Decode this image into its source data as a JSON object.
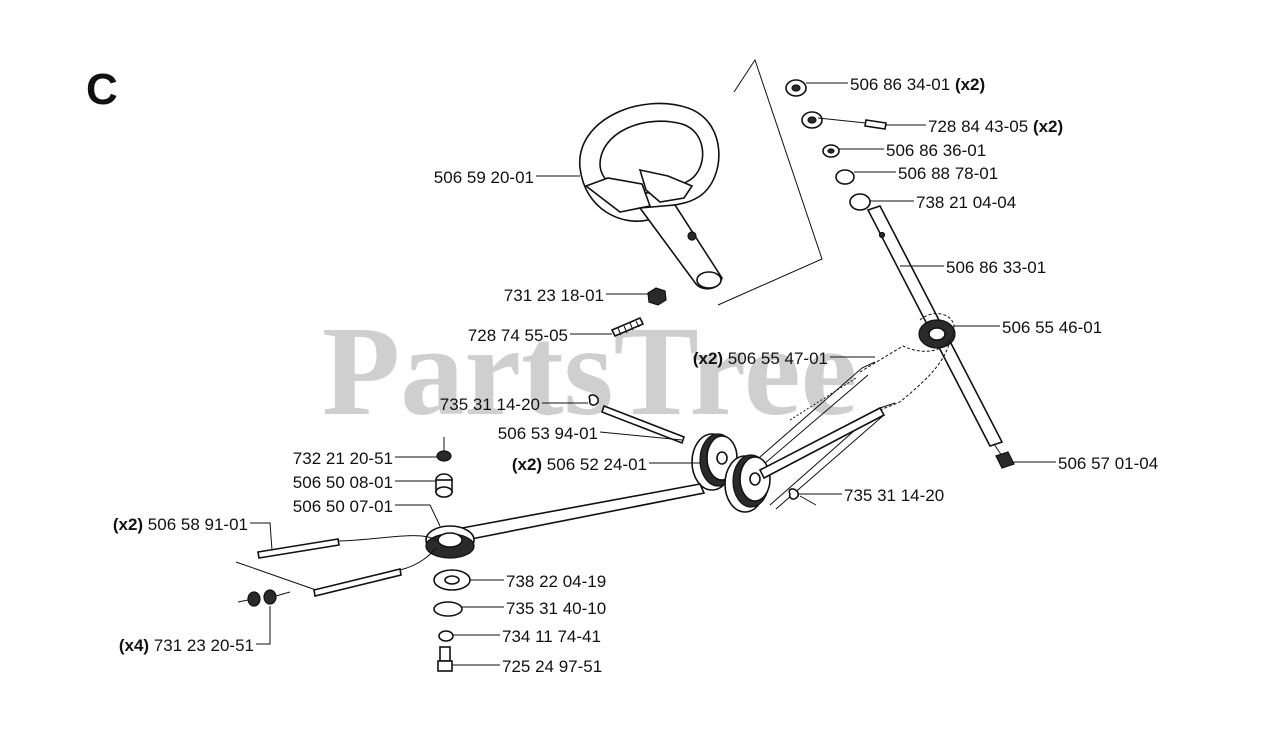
{
  "section_letter": "C",
  "watermark": "PartsTree",
  "parts": [
    {
      "id": "p01",
      "qty": "",
      "number": "506 59 20-01"
    },
    {
      "id": "p02",
      "qty": "",
      "number": "731 23 18-01"
    },
    {
      "id": "p03",
      "qty": "",
      "number": "728 74 55-05"
    },
    {
      "id": "p04",
      "qty": "",
      "number": "735 31 14-20"
    },
    {
      "id": "p05",
      "qty": "",
      "number": "506 53 94-01"
    },
    {
      "id": "p06",
      "qty": "(x2)",
      "number": "506 52 24-01"
    },
    {
      "id": "p07",
      "qty": "",
      "number": "732 21 20-51"
    },
    {
      "id": "p08",
      "qty": "",
      "number": "506 50 08-01"
    },
    {
      "id": "p09",
      "qty": "",
      "number": "506 50 07-01"
    },
    {
      "id": "p10",
      "qty": "(x2)",
      "number": "506 58 91-01"
    },
    {
      "id": "p11",
      "qty": "(x4)",
      "number": "731 23 20-51"
    },
    {
      "id": "p12",
      "qty": "",
      "number": "738 22 04-19"
    },
    {
      "id": "p13",
      "qty": "",
      "number": "735 31 40-10"
    },
    {
      "id": "p14",
      "qty": "",
      "number": "734 11 74-41"
    },
    {
      "id": "p15",
      "qty": "",
      "number": "725 24 97-51"
    },
    {
      "id": "p16",
      "qty": "",
      "number": "735 31 14-20"
    },
    {
      "id": "p17",
      "qty": "(x2)",
      "number": "506 55 47-01"
    },
    {
      "id": "p18",
      "qty": "",
      "number": "506 55 46-01"
    },
    {
      "id": "p19",
      "qty": "",
      "number": "506 57 01-04"
    },
    {
      "id": "p20",
      "qty": "",
      "number": "506 86 33-01"
    },
    {
      "id": "p21",
      "qty": "",
      "number": "738 21 04-04"
    },
    {
      "id": "p22",
      "qty": "",
      "number": "506 88 78-01"
    },
    {
      "id": "p23",
      "qty": "",
      "number": "506 86 36-01"
    },
    {
      "id": "p24",
      "qty": "(x2)",
      "number": "728 84 43-05"
    },
    {
      "id": "p25",
      "qty": "(x2)",
      "number": "506 86 34-01"
    }
  ]
}
